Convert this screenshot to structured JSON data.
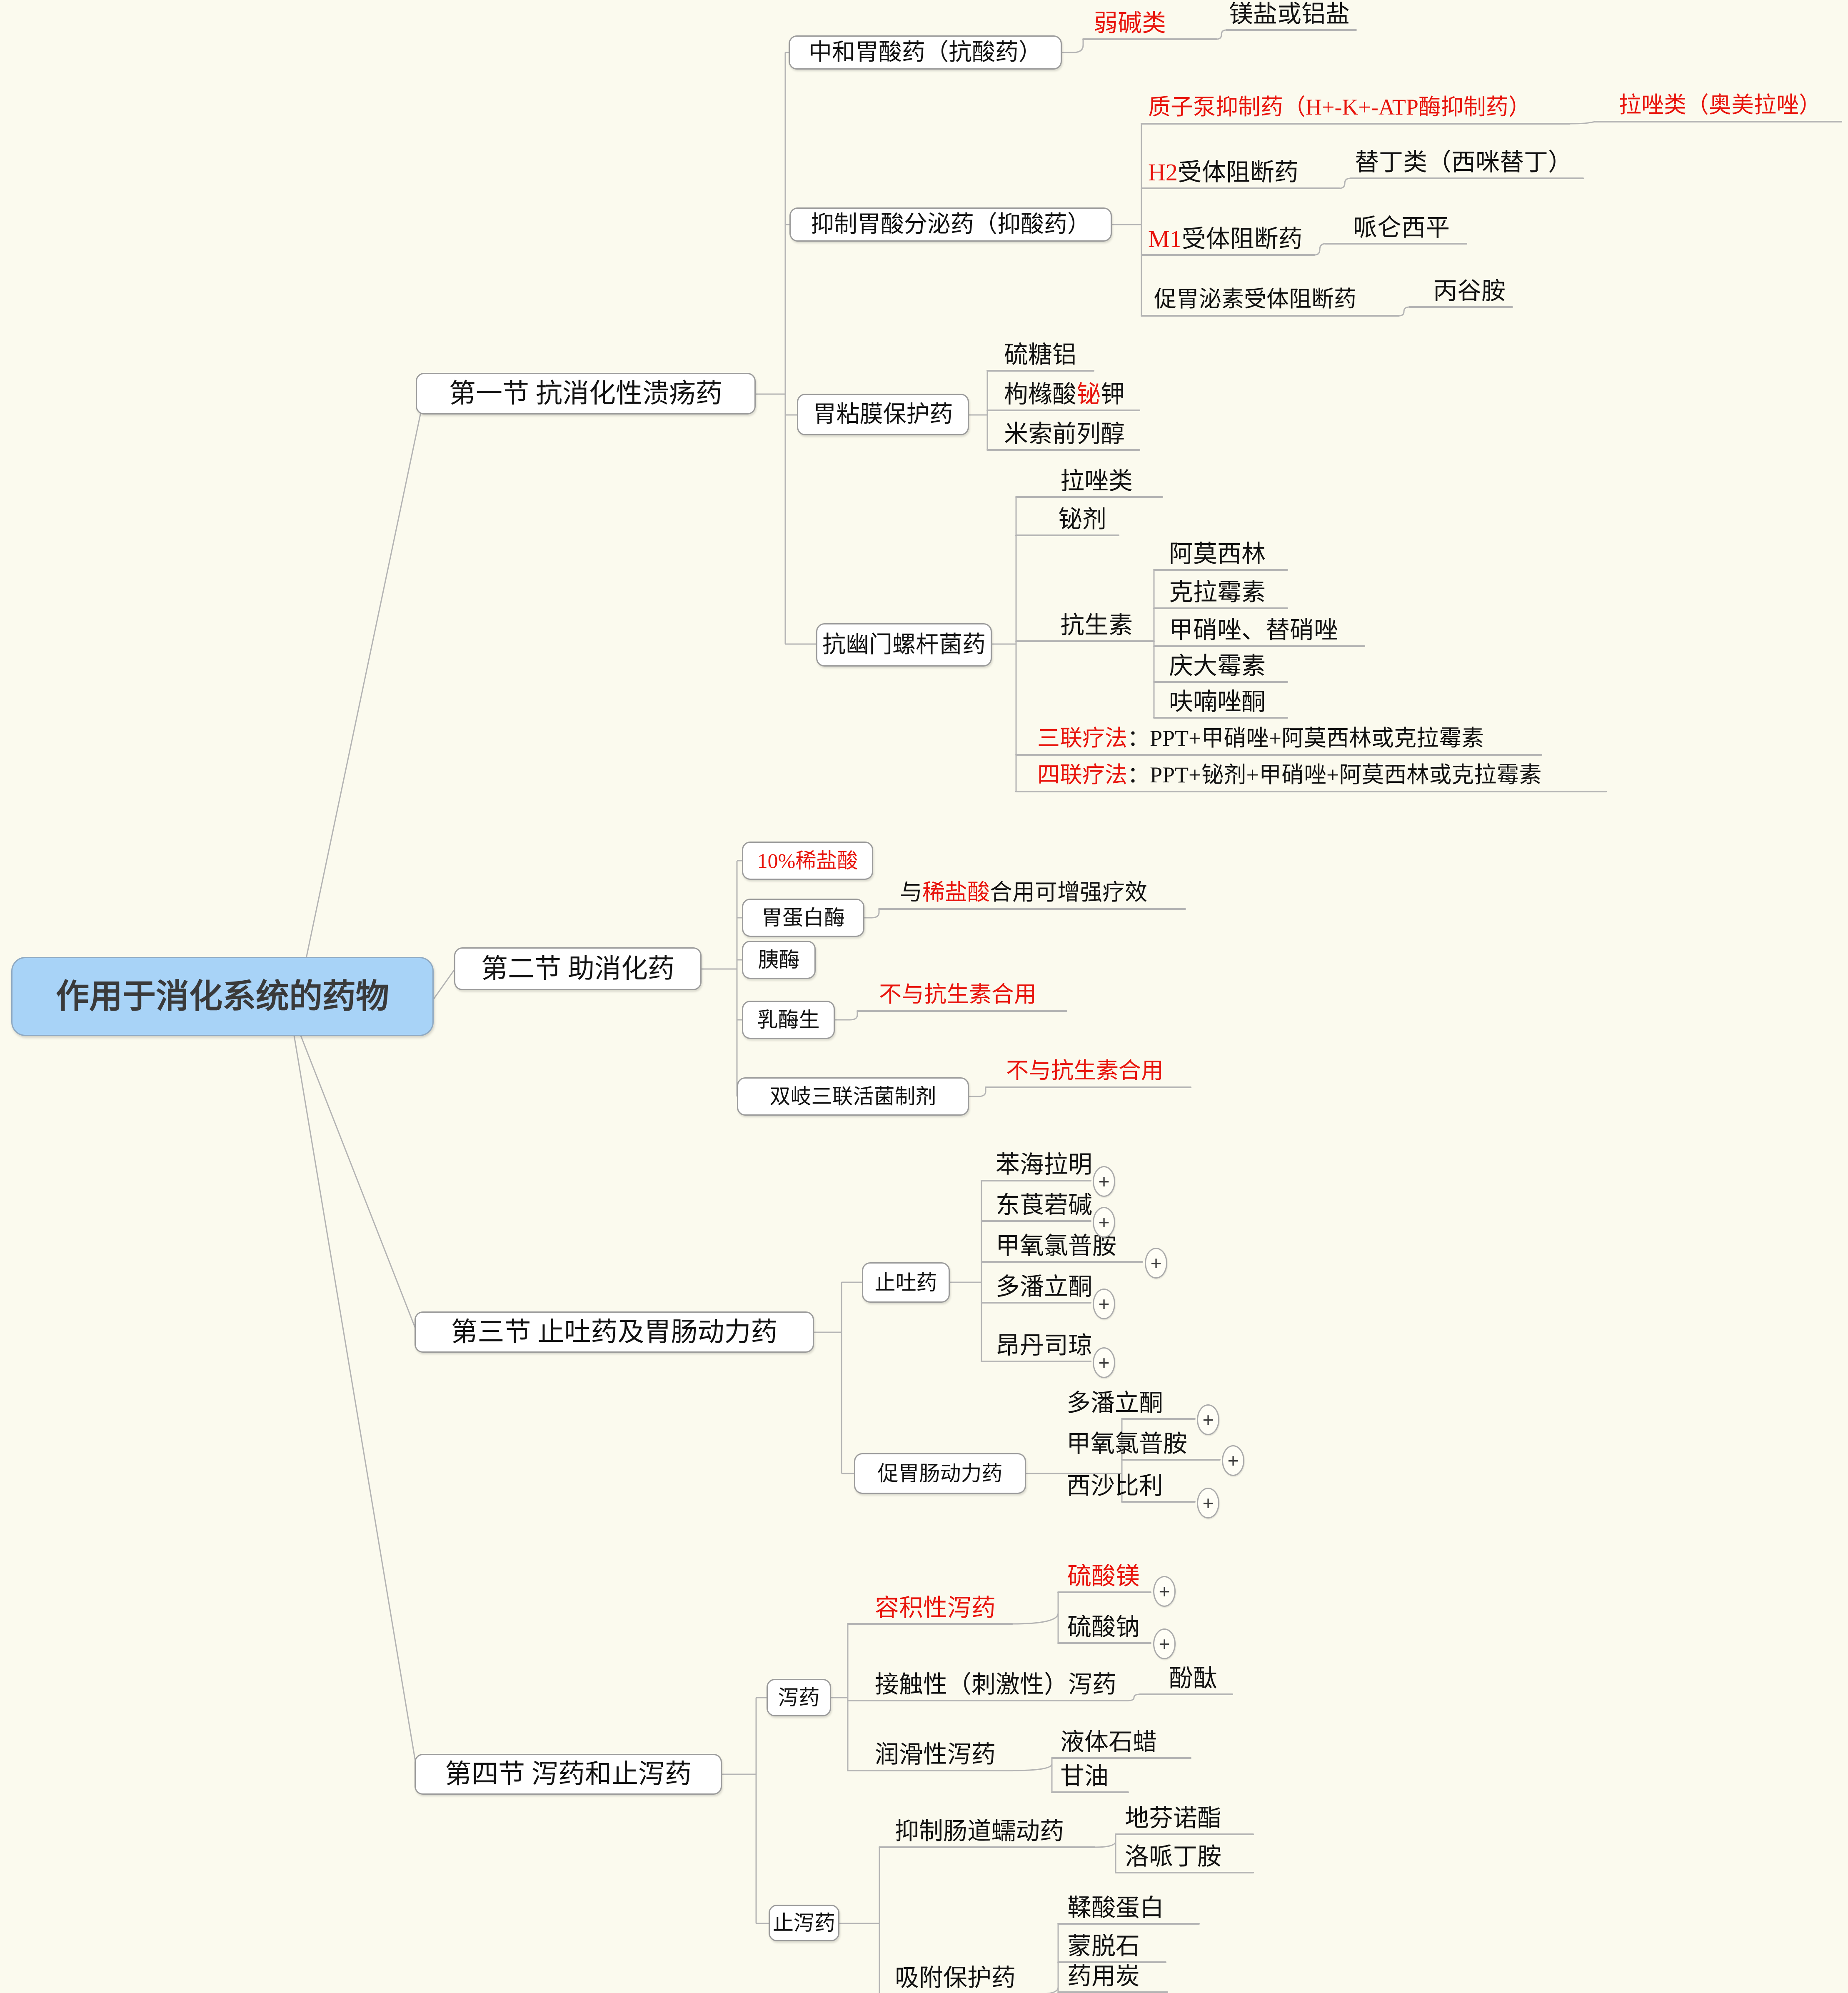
{
  "title": "作用于消化系统的药物",
  "colors": {
    "background": "#fbfaee",
    "accent_red": "#e8140c",
    "root_fill": "#a8d3f7",
    "connector_gray": "#b4b4b4",
    "node_border": "#9b9b9b"
  },
  "ui": {
    "expand_symbol": "+"
  },
  "nodes": {
    "root": {
      "pre": "作用于消化系统的药物"
    },
    "sec1": {
      "pre": "第一节 抗消化性溃疡药"
    },
    "antacid": {
      "pre": "中和胃酸药（抗酸药）"
    },
    "weak_base": {
      "red": "弱碱类"
    },
    "mg_al": {
      "pre": "镁盐或铝盐"
    },
    "antisecretory": {
      "pre": "抑制胃酸分泌药（抑酸药）"
    },
    "ppi": {
      "red": "质子泵抑制药（H+-K+-ATP酶抑制药）"
    },
    "prazole": {
      "red": "拉唑类（奥美拉唑）"
    },
    "h2": {
      "red": "H2",
      "post": "受体阻断药"
    },
    "tidine": {
      "pre": "替丁类（西咪替丁）"
    },
    "m1": {
      "red": "M1",
      "post": "受体阻断药"
    },
    "pirenzepine": {
      "pre": "哌仑西平"
    },
    "gastrin_blocker": {
      "pre": "促胃泌素受体阻断药"
    },
    "proglumide": {
      "pre": "丙谷胺"
    },
    "mucosa": {
      "pre": "胃粘膜保护药"
    },
    "sucralfate": {
      "pre": "硫糖铝"
    },
    "bismuth_citrate": {
      "pre": "枸橼酸",
      "red": "铋",
      "post": "钾"
    },
    "misoprostol": {
      "pre": "米索前列醇"
    },
    "anti_hp": {
      "pre": "抗幽门螺杆菌药"
    },
    "hp_prazole": {
      "pre": "拉唑类"
    },
    "hp_bismuth": {
      "pre": "铋剂"
    },
    "antibiotics": {
      "pre": "抗生素"
    },
    "amoxicillin": {
      "pre": "阿莫西林"
    },
    "clarithromycin": {
      "pre": "克拉霉素"
    },
    "metronidazole": {
      "pre": "甲硝唑、替硝唑"
    },
    "gentamicin": {
      "pre": "庆大霉素"
    },
    "furazolidone": {
      "pre": "呋喃唑酮"
    },
    "triple": {
      "red": "三联疗法",
      "post": "：PPT+甲硝唑+阿莫西林或克拉霉素"
    },
    "quadruple": {
      "red": "四联疗法",
      "post": "：PPT+铋剂+甲硝唑+阿莫西林或克拉霉素"
    },
    "sec2": {
      "pre": "第二节 助消化药"
    },
    "hcl10": {
      "red": "10%稀盐酸"
    },
    "pepsin": {
      "pre": "胃蛋白酶"
    },
    "pepsin_note": {
      "pre": "与",
      "red": "稀盐酸",
      "post": "合用可增强疗效"
    },
    "pancreatin": {
      "pre": "胰酶"
    },
    "lactasin": {
      "pre": "乳酶生"
    },
    "lactasin_note": {
      "red": "不与抗生素合用"
    },
    "bifid": {
      "pre": "双岐三联活菌制剂"
    },
    "bifid_note": {
      "red": "不与抗生素合用"
    },
    "sec3": {
      "pre": "第三节 止吐药及胃肠动力药"
    },
    "antiemetic": {
      "pre": "止吐药"
    },
    "diphenhydramine": {
      "pre": "苯海拉明"
    },
    "scopolamine": {
      "pre": "东莨菪碱"
    },
    "metoclopramide1": {
      "pre": "甲氧氯普胺"
    },
    "domperidone1": {
      "pre": "多潘立酮"
    },
    "ondansetron": {
      "pre": "昂丹司琼"
    },
    "prokinetic": {
      "pre": "促胃肠动力药"
    },
    "domperidone2": {
      "pre": "多潘立酮"
    },
    "metoclopramide2": {
      "pre": "甲氧氯普胺"
    },
    "cisapride": {
      "pre": "西沙比利"
    },
    "sec4": {
      "pre": "第四节 泻药和止泻药"
    },
    "laxative": {
      "pre": "泻药"
    },
    "bulk_lax": {
      "red": "容积性泻药"
    },
    "mgso4": {
      "red": "硫酸镁"
    },
    "na2so4": {
      "pre": "硫酸钠"
    },
    "contact_lax": {
      "pre": "接触性（刺激性）泻药"
    },
    "phenolphthalein": {
      "pre": "酚酞"
    },
    "lubricant_lax": {
      "pre": "润滑性泻药"
    },
    "paraffin": {
      "pre": "液体石蜡"
    },
    "glycerin": {
      "pre": "甘油"
    },
    "antidiarrheal": {
      "pre": "止泻药"
    },
    "motility_inhibitor": {
      "pre": "抑制肠道蠕动药"
    },
    "diphenoxylate": {
      "pre": "地芬诺酯"
    },
    "loperamide": {
      "pre": "洛哌丁胺"
    },
    "adsorbent": {
      "pre": "吸附保护药"
    },
    "tannalbin": {
      "pre": "鞣酸蛋白"
    },
    "montmorillonite": {
      "pre": "蒙脱石"
    },
    "charcoal": {
      "pre": "药用炭"
    }
  }
}
